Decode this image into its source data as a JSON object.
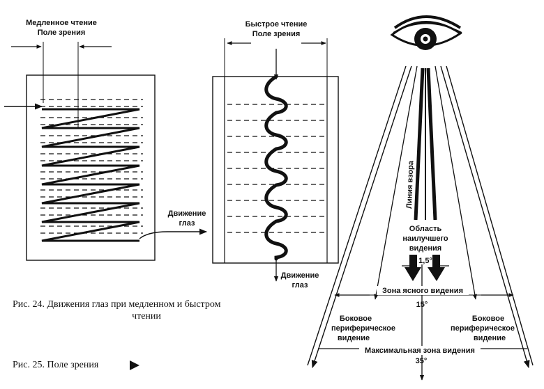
{
  "slow_reading": {
    "title": "Медленное чтение",
    "subtitle": "Поле зрения"
  },
  "fast_reading": {
    "title": "Быстрое чтение",
    "subtitle": "Поле зрения",
    "eye_movement_line1": "Движение",
    "eye_movement_line2": "глаз"
  },
  "middle": {
    "eye_movement_line1": "Движение",
    "eye_movement_line2": "глаз"
  },
  "captions": {
    "fig24_line1": "Рис. 24. Движения глаз при медленном и быстром",
    "fig24_line2": "чтении",
    "fig25": "Рис. 25. Поле зрения"
  },
  "field_of_view": {
    "line_of_sight": "Линия взора",
    "best_area_line1": "Область",
    "best_area_line2": "наилучшего",
    "best_area_line3": "видения",
    "angle_best": "1,5°",
    "clear_zone": "Зона ясного видения",
    "angle_clear": "15°",
    "left_peripheral_line1": "Боковое",
    "left_peripheral_line2": "периферическое",
    "left_peripheral_line3": "видение",
    "right_peripheral_line1": "Боковое",
    "right_peripheral_line2": "периферическое",
    "right_peripheral_line3": "видение",
    "max_zone": "Максимальная зона видения",
    "angle_max": "35°"
  }
}
